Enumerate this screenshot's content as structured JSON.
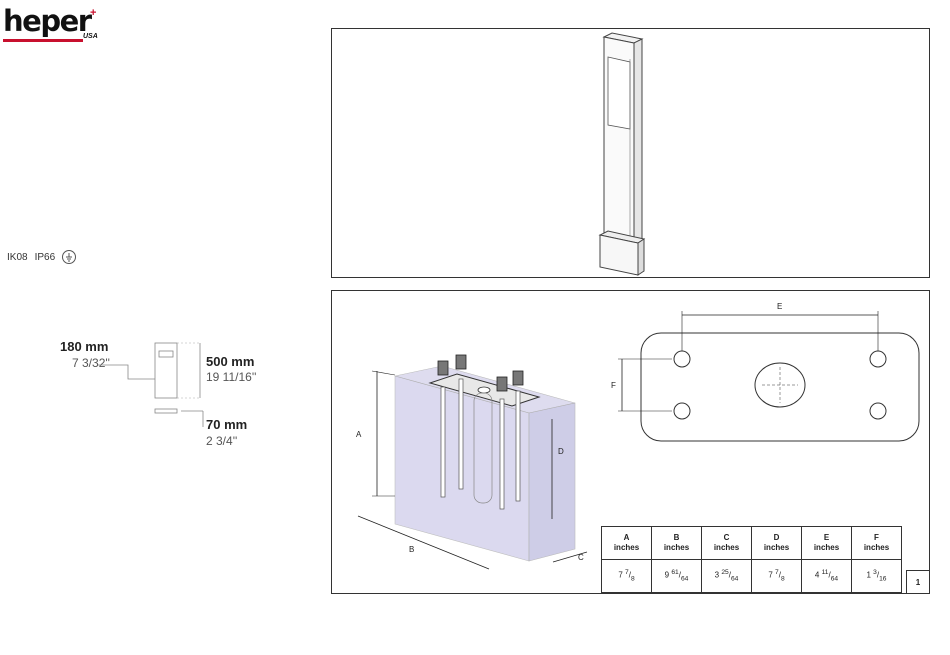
{
  "logo": {
    "brand": "heper",
    "suffix": "USA"
  },
  "ratings": {
    "ik": "IK08",
    "ip": "IP66"
  },
  "dimensions": {
    "width_mm": "180 mm",
    "width_in": "7 3/32''",
    "height_mm": "500 mm",
    "height_in": "19 11/16''",
    "depth_mm": "70 mm",
    "depth_in": "2 3/4''"
  },
  "drawing_labels": {
    "A": "A",
    "B": "B",
    "C": "C",
    "D": "D",
    "E": "E",
    "F": "F"
  },
  "table": {
    "headers": [
      {
        "letter": "A",
        "unit": "inches"
      },
      {
        "letter": "B",
        "unit": "inches"
      },
      {
        "letter": "C",
        "unit": "inches"
      },
      {
        "letter": "D",
        "unit": "inches"
      },
      {
        "letter": "E",
        "unit": "inches"
      },
      {
        "letter": "F",
        "unit": "inches"
      }
    ],
    "values": [
      {
        "whole": "7",
        "num": "7",
        "den": "8"
      },
      {
        "whole": "9",
        "num": "61",
        "den": "64"
      },
      {
        "whole": "3",
        "num": "25",
        "den": "64"
      },
      {
        "whole": "7",
        "num": "7",
        "den": "8"
      },
      {
        "whole": "4",
        "num": "11",
        "den": "64"
      },
      {
        "whole": "1",
        "num": "3",
        "den": "16"
      }
    ]
  },
  "page_number": "1"
}
